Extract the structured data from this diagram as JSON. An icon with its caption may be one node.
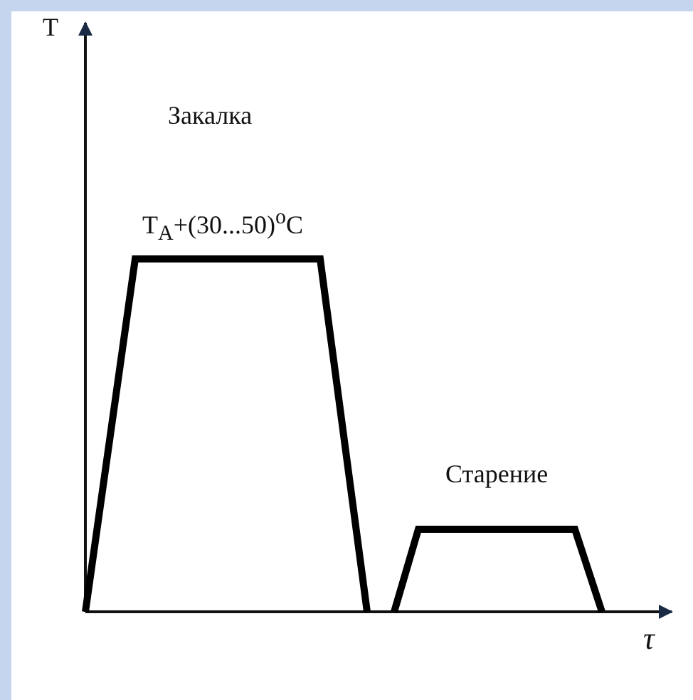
{
  "diagram": {
    "labels": [
      "T",
      "Закалка",
      "T$_{A}$+(30...50)$^{o}$C",
      "Старение",
      "τ"
    ]
  }
}
